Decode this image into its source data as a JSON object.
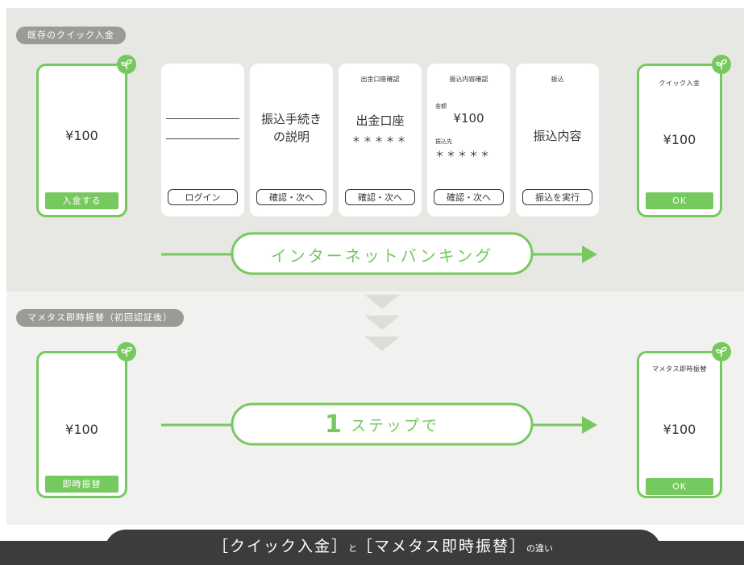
{
  "top_section": {
    "label": "既存のクイック入金",
    "left_phone": {
      "amount": "¥100",
      "button": "入金する"
    },
    "steps": [
      {
        "title": "",
        "main": "",
        "stars": "",
        "button": "ログイン"
      },
      {
        "title": "",
        "main": "振込手続き\nの説明",
        "stars": "",
        "button": "確認・次へ"
      },
      {
        "title": "出金口座確認",
        "main": "出金口座",
        "stars": "＊＊＊＊＊",
        "button": "確認・次へ"
      },
      {
        "title": "振込内容確認",
        "amount_label": "金額",
        "amount": "¥100",
        "dest_label": "振込先",
        "stars": "＊＊＊＊＊",
        "button": "確認・次へ"
      },
      {
        "title": "振込",
        "main": "振込内容",
        "stars": "",
        "button": "振込を実行"
      }
    ],
    "right_phone": {
      "title": "クイック入金",
      "amount": "¥100",
      "button": "OK"
    },
    "flow_label": "インターネットバンキング"
  },
  "bottom_section": {
    "label": "マメタス即時振替（初回認証後）",
    "left_phone": {
      "amount": "¥100",
      "button": "即時振替"
    },
    "flow_number": "1",
    "flow_label": "ステップで",
    "right_phone": {
      "title": "マメタス即時振替",
      "amount": "¥100",
      "button": "OK"
    }
  },
  "footer": {
    "part1": "［クイック入金］",
    "connector": "と",
    "part2": "［マメタス即時振替］",
    "suffix": "の違い"
  },
  "colors": {
    "accent": "#76c95e",
    "dark": "#3c3c3c",
    "label_gray": "#9a9a97"
  },
  "icons": [
    "plant-badge-icon",
    "arrow-right-icon",
    "chevron-down-icon"
  ]
}
